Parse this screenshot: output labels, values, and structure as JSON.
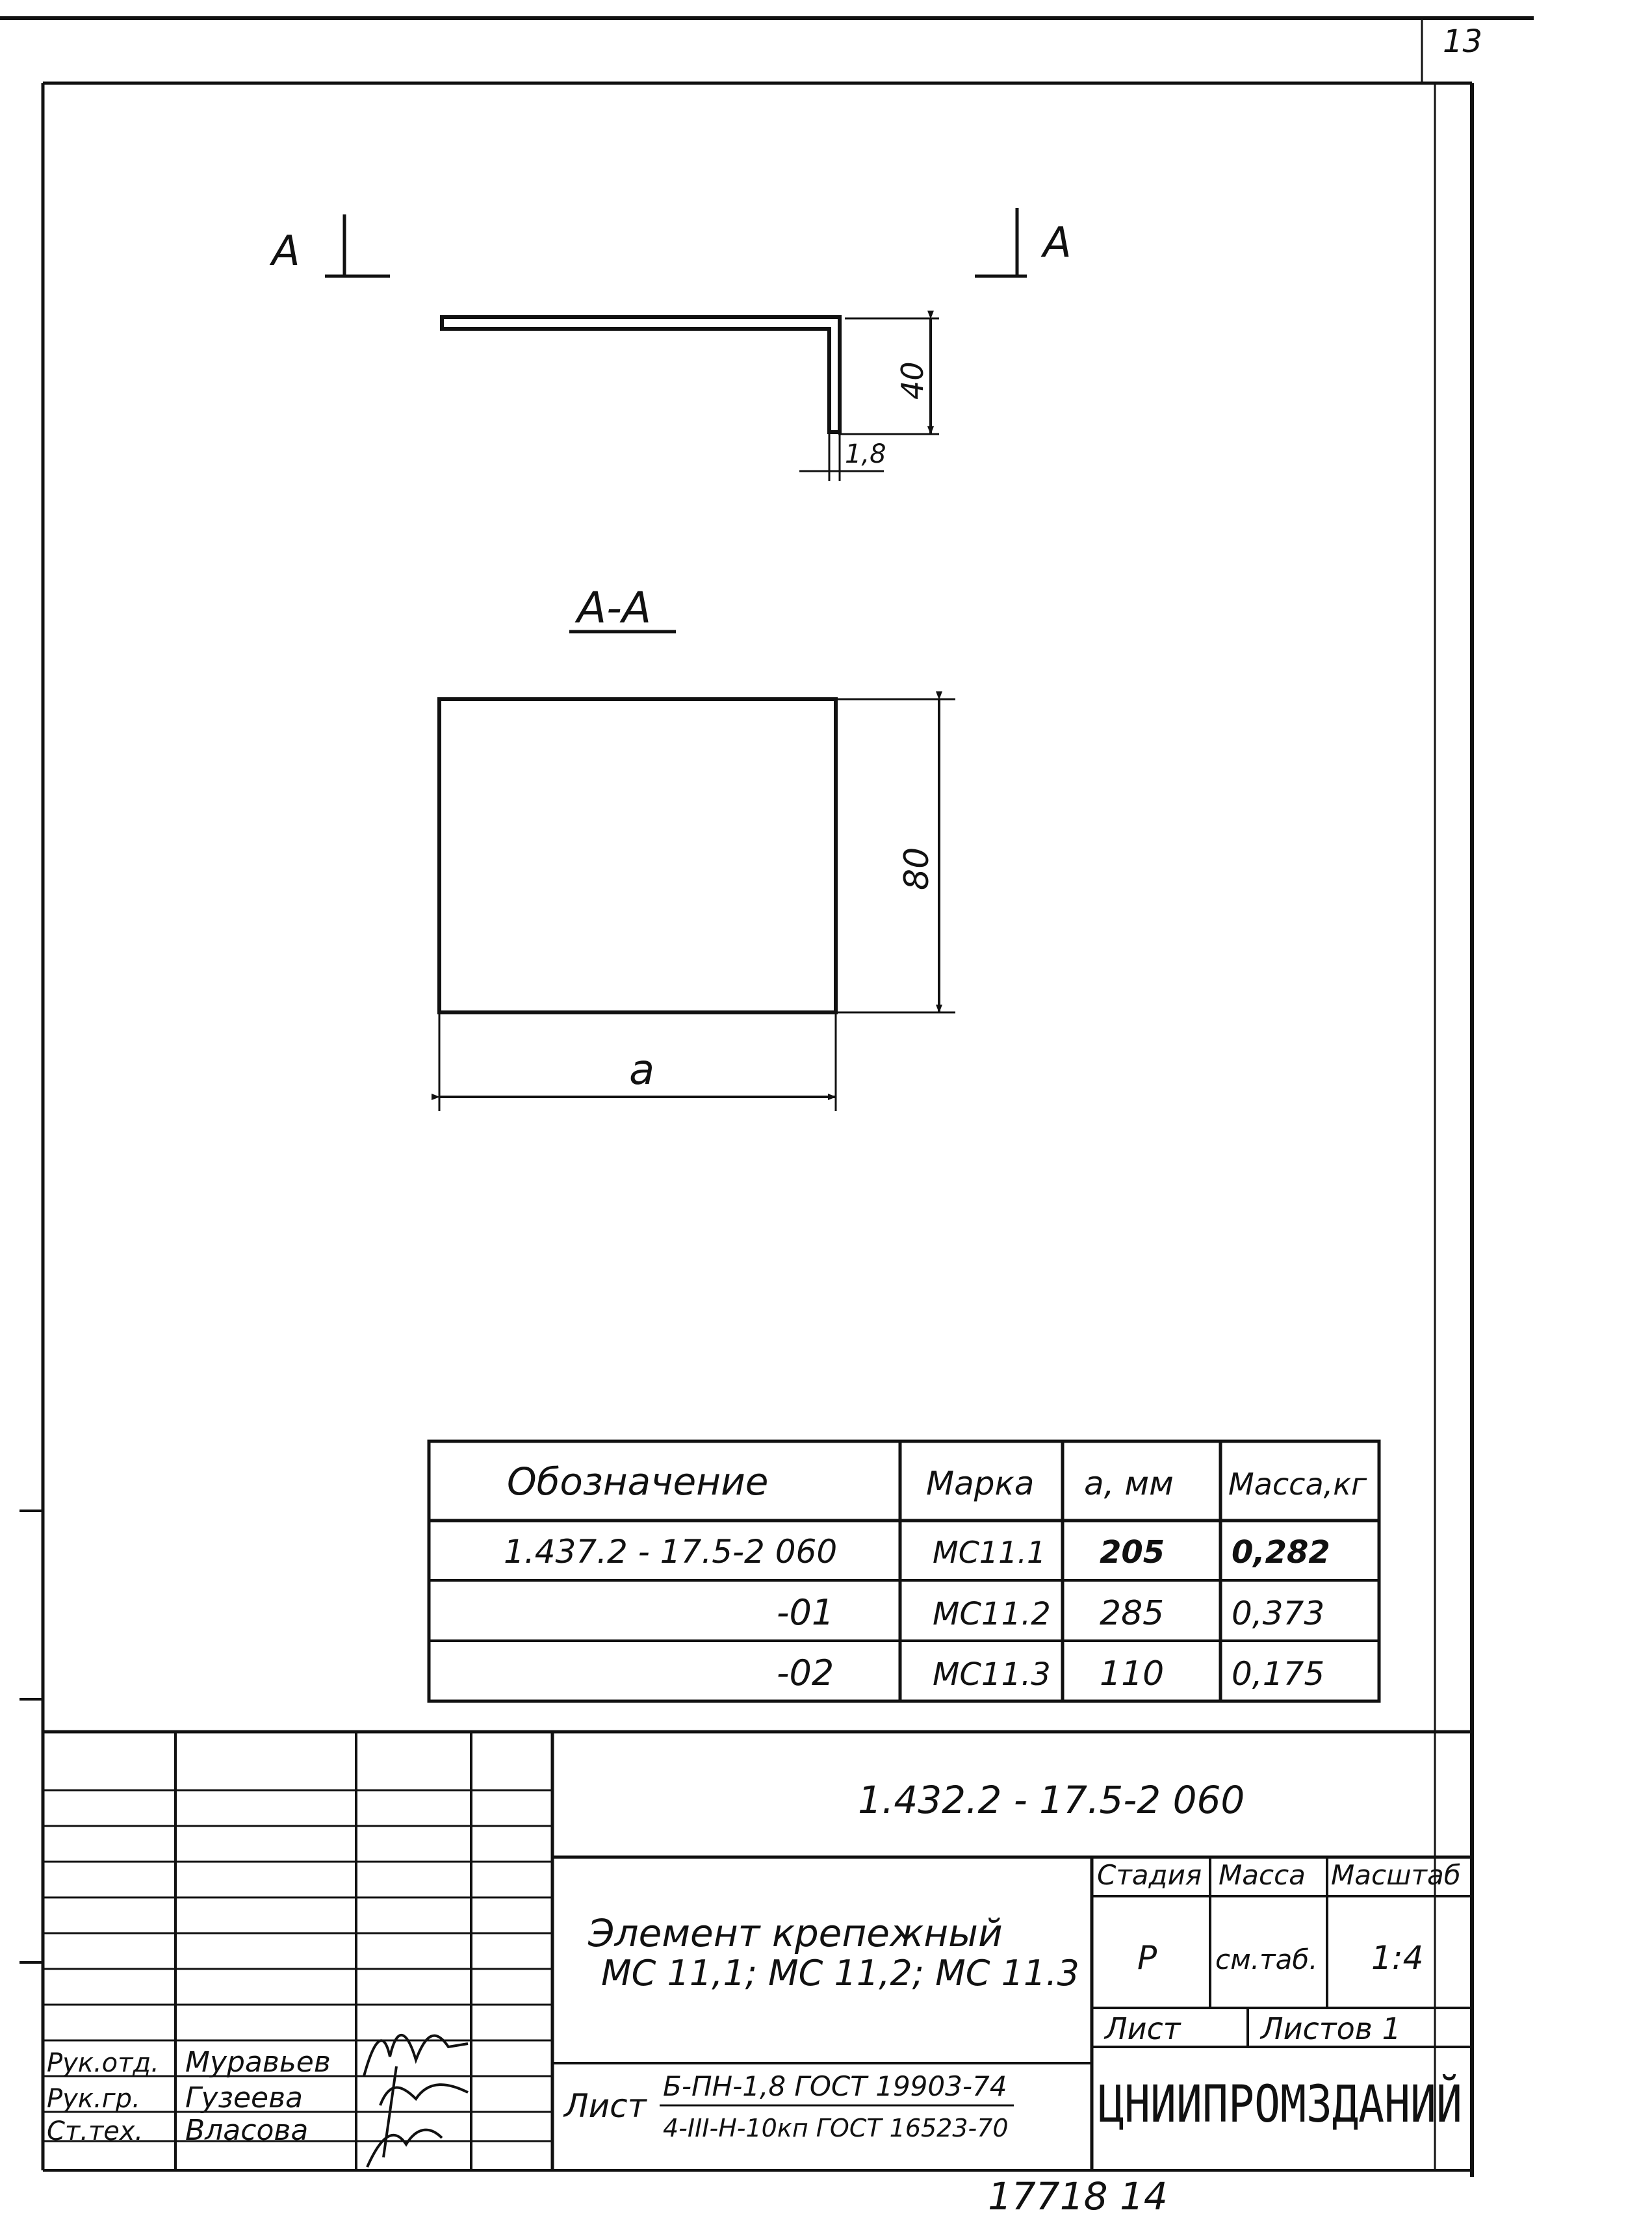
{
  "sheet": {
    "corner_number": "13",
    "bottom_stamp": "17718   14"
  },
  "drawing": {
    "section_mark_left": "А",
    "section_mark_right": "А",
    "section_title": "А-А",
    "dim_height_side": "40",
    "dim_thickness": "1,8",
    "dim_height_section": "80",
    "dim_width": "a"
  },
  "spec_table": {
    "headers": [
      "Обозначение",
      "Марка",
      "a, мм",
      "Масса,кг"
    ],
    "rows": [
      {
        "designation": "1.437.2 - 17.5-2 060",
        "mark": "МС11.1",
        "a": "205",
        "mass": "0,282"
      },
      {
        "designation": "-01",
        "mark": "МС11.2",
        "a": "285",
        "mass": "0,373"
      },
      {
        "designation": "-02",
        "mark": "МС11.3",
        "a": "110",
        "mass": "0,175"
      }
    ]
  },
  "title_block": {
    "doc_code": "1.432.2 - 17.5-2 060",
    "name_line1": "Элемент крепежный",
    "name_line2": "МС 11,1; МС 11,2; МС 11.3",
    "stage_label": "Стадия",
    "mass_label": "Масса",
    "scale_label": "Масштаб",
    "stage_value": "Р",
    "mass_value": "см.таб.",
    "scale_value": "1:4",
    "sheet_label": "Лист",
    "sheets_label": "Листов 1",
    "organization": "ЦНИИПРОМЗДАНИЙ",
    "material_prefix": "Лист",
    "material_line1": "Б-ПН-1,8 ГОСТ 19903-74",
    "material_line2": "4-III-Н-10кп ГОСТ 16523-70",
    "staff": [
      {
        "role": "Рук.отд.",
        "name": "Муравьев"
      },
      {
        "role": "Рук.гр.",
        "name": "Гузеева"
      },
      {
        "role": "Ст.тех.",
        "name": "Власова"
      }
    ]
  }
}
